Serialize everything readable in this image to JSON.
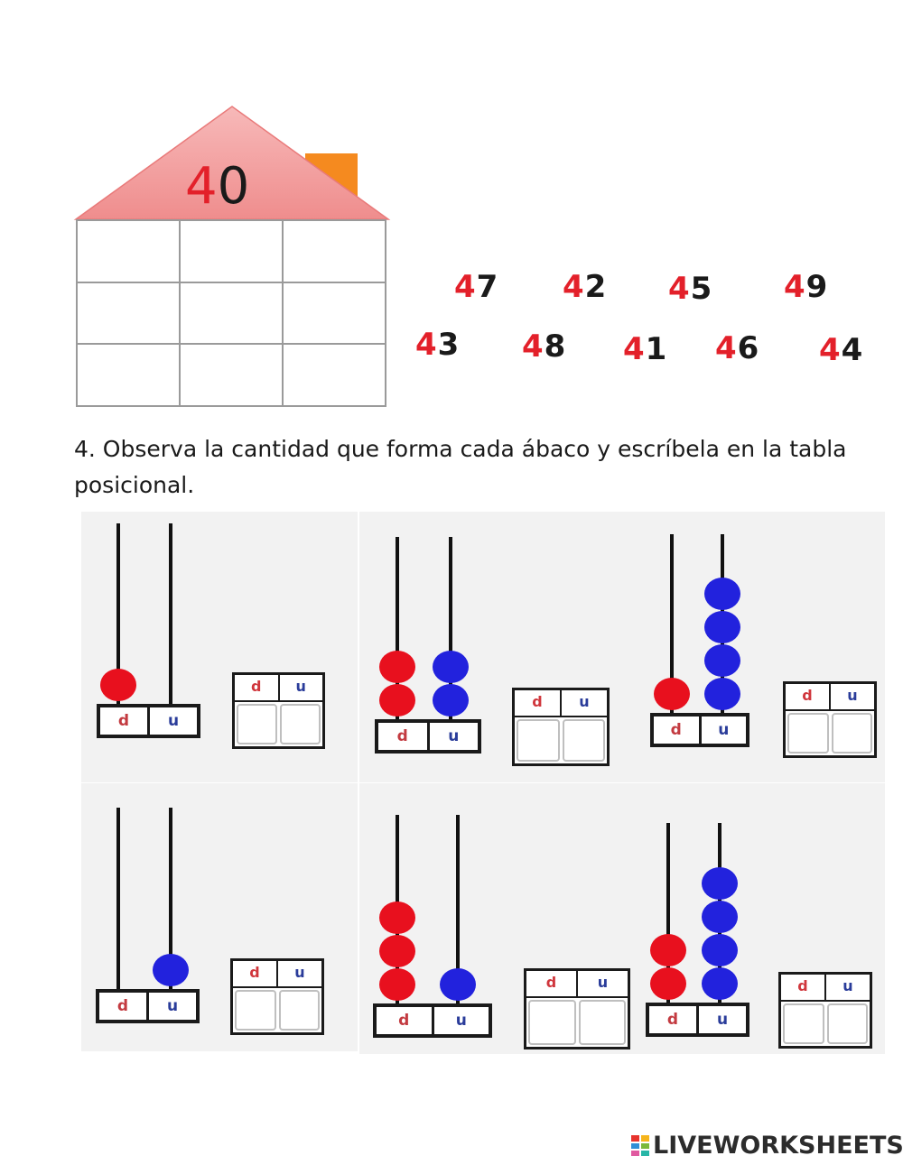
{
  "house": {
    "label": "40"
  },
  "numbers": [
    {
      "tens": "4",
      "units": "7"
    },
    {
      "tens": "4",
      "units": "2"
    },
    {
      "tens": "4",
      "units": "5"
    },
    {
      "tens": "4",
      "units": "9"
    },
    {
      "tens": "4",
      "units": "3"
    },
    {
      "tens": "4",
      "units": "8"
    },
    {
      "tens": "4",
      "units": "1"
    },
    {
      "tens": "4",
      "units": "6"
    },
    {
      "tens": "4",
      "units": "4"
    }
  ],
  "instruction": "4. Observa la cantidad que forma cada ábaco y escríbela en la tabla posicional.",
  "abaci": [
    {
      "tens_beads": 1,
      "units_beads": 0,
      "tens_label": "d",
      "units_label": "u"
    },
    {
      "tens_beads": 2,
      "units_beads": 2,
      "tens_label": "d",
      "units_label": "u"
    },
    {
      "tens_beads": 1,
      "units_beads": 4,
      "tens_label": "d",
      "units_label": "u"
    },
    {
      "tens_beads": 0,
      "units_beads": 1,
      "tens_label": "d",
      "units_label": "u"
    },
    {
      "tens_beads": 3,
      "units_beads": 1,
      "tens_label": "d",
      "units_label": "u"
    },
    {
      "tens_beads": 2,
      "units_beads": 4,
      "tens_label": "d",
      "units_label": "u"
    }
  ],
  "table_labels": {
    "tens": "d",
    "units": "u"
  },
  "colors": {
    "tens_bead": "#e8101e",
    "units_bead": "#2222dd",
    "roof": "#f4a0a0",
    "chimney": "#f58a1f"
  },
  "logo": {
    "text": "LIVEWORKSHEETS"
  }
}
